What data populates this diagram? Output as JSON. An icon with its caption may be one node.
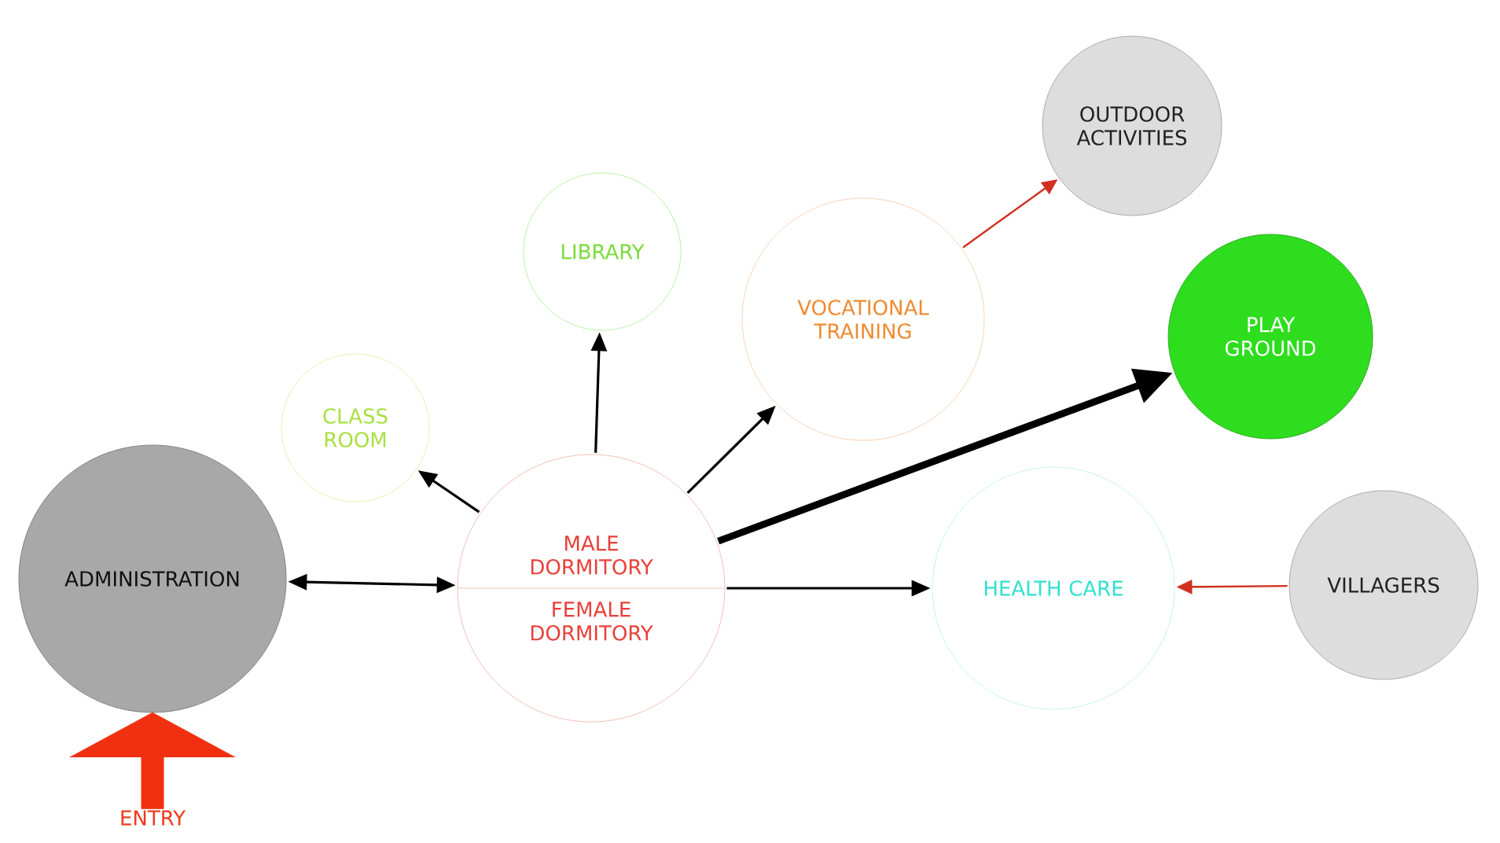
{
  "diagram": {
    "nodes": [
      {
        "text": [
          "OUTDOOR ACTIVITIES"
        ]
      },
      {
        "text": [
          "LIBRARY"
        ]
      },
      {
        "text": [
          "VOCATIONAL TRAINING"
        ]
      },
      {
        "text": [
          "PLAY GROUND"
        ]
      },
      {
        "text": [
          "CLASS ROOM"
        ]
      },
      {
        "text": [
          "ADMINISTRATION"
        ]
      },
      {
        "text": [
          "MALE DORMITORY",
          "FEMALE DORMITORY"
        ]
      },
      {
        "text": [
          "HEALTH CARE"
        ]
      },
      {
        "text": [
          "VILLAGERS"
        ]
      },
      {
        "text": [
          "ENTRY"
        ]
      }
    ],
    "edges": [
      {
        "from": 5,
        "to": 6,
        "arrow": "both"
      },
      {
        "from": 6,
        "to": 4,
        "arrow": "to"
      },
      {
        "from": 6,
        "to": 1,
        "arrow": "to"
      },
      {
        "from": 6,
        "to": 2,
        "arrow": "to"
      },
      {
        "from": 6,
        "to": 3,
        "arrow": "to",
        "style": "thick"
      },
      {
        "from": 6,
        "to": 7,
        "arrow": "to"
      },
      {
        "from": 2,
        "to": 0,
        "arrow": "to",
        "color": "#d03020"
      },
      {
        "from": 8,
        "to": 7,
        "arrow": "to",
        "color": "#d03020"
      },
      {
        "from": 9,
        "to": 5,
        "arrow": "to",
        "style": "thick",
        "color": "#f03010"
      }
    ]
  }
}
